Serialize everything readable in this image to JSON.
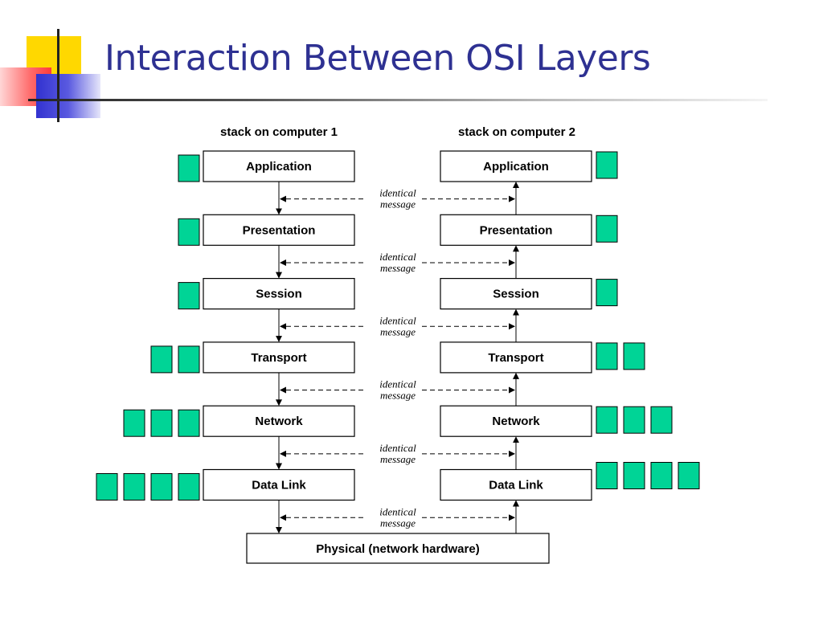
{
  "slide": {
    "title": "Interaction Between OSI Layers"
  },
  "diagram": {
    "stack1_title": "stack on computer 1",
    "stack2_title": "stack on computer 2",
    "layers": [
      {
        "name": "Application",
        "headers": 1
      },
      {
        "name": "Presentation",
        "headers": 1
      },
      {
        "name": "Session",
        "headers": 1
      },
      {
        "name": "Transport",
        "headers": 2
      },
      {
        "name": "Network",
        "headers": 3
      },
      {
        "name": "Data Link",
        "headers": 4
      }
    ],
    "physical_label": "Physical (network hardware)",
    "message_line1": "identical",
    "message_line2": "message",
    "colors": {
      "title": "#2e3192",
      "header_fill": "#00d496",
      "deco_yellow": "#ffd800",
      "deco_red": "#ff4a4a",
      "deco_blue": "#3a3ad6"
    }
  }
}
